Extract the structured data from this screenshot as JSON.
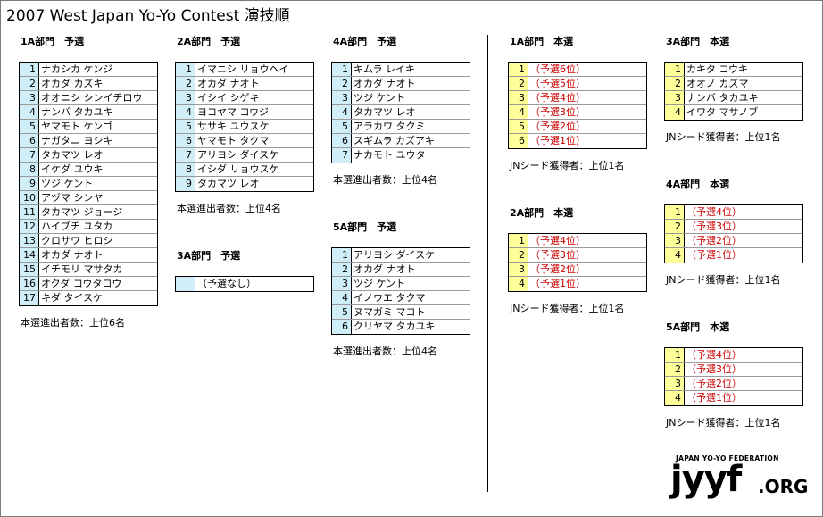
{
  "title": "2007 West Japan Yo-Yo Contest 演技順",
  "blocks": {
    "a1_pre": {
      "title": "1A部門　予選",
      "rows": [
        {
          "num": "1",
          "name": "ナカシカ ケンジ"
        },
        {
          "num": "2",
          "name": "オカダ カズキ"
        },
        {
          "num": "3",
          "name": "オオニシ シンイチロウ"
        },
        {
          "num": "4",
          "name": "ナンバ タカユキ"
        },
        {
          "num": "5",
          "name": "ヤマモト ケンゴ"
        },
        {
          "num": "6",
          "name": "ナガタニ ヨシキ"
        },
        {
          "num": "7",
          "name": "タカマツ レオ"
        },
        {
          "num": "8",
          "name": "イケダ ユウキ"
        },
        {
          "num": "9",
          "name": "ツジ ケント"
        },
        {
          "num": "10",
          "name": "アヅマ シンヤ"
        },
        {
          "num": "11",
          "name": "タカマツ ジョージ"
        },
        {
          "num": "12",
          "name": "ハイブチ ユタカ"
        },
        {
          "num": "13",
          "name": "クロサワ ヒロシ"
        },
        {
          "num": "14",
          "name": "オカダ ナオト"
        },
        {
          "num": "15",
          "name": "イチモリ マサタカ"
        },
        {
          "num": "16",
          "name": "オクダ コウタロウ"
        },
        {
          "num": "17",
          "name": "キダ タイスケ"
        }
      ],
      "note": "本選進出者数：上位6名"
    },
    "a2_pre": {
      "title": "2A部門　予選",
      "rows": [
        {
          "num": "1",
          "name": "イマニシ リョウヘイ"
        },
        {
          "num": "2",
          "name": "オカダ ナオト"
        },
        {
          "num": "3",
          "name": "イシイ シゲキ"
        },
        {
          "num": "4",
          "name": "ヨコヤマ コウジ"
        },
        {
          "num": "5",
          "name": "ササキ ユウスケ"
        },
        {
          "num": "6",
          "name": "ヤマモト タクマ"
        },
        {
          "num": "7",
          "name": "アリヨシ ダイスケ"
        },
        {
          "num": "8",
          "name": "イシダ リョウスケ"
        },
        {
          "num": "9",
          "name": "タカマツ レオ"
        }
      ],
      "note": "本選進出者数：上位4名"
    },
    "a3_pre": {
      "title": "3A部門　予選",
      "rows": [
        {
          "num": "",
          "name": "（予選なし）"
        }
      ]
    },
    "a4_pre": {
      "title": "4A部門　予選",
      "rows": [
        {
          "num": "1",
          "name": "キムラ レイキ"
        },
        {
          "num": "2",
          "name": "オカダ ナオト"
        },
        {
          "num": "3",
          "name": "ツジ ケント"
        },
        {
          "num": "4",
          "name": "タカマツ レオ"
        },
        {
          "num": "5",
          "name": "アラカワ タクミ"
        },
        {
          "num": "6",
          "name": "スギムラ カズアキ"
        },
        {
          "num": "7",
          "name": "ナカモト ユウタ"
        }
      ],
      "note": "本選進出者数：上位4名"
    },
    "a5_pre": {
      "title": "5A部門　予選",
      "rows": [
        {
          "num": "1",
          "name": "アリヨシ ダイスケ"
        },
        {
          "num": "2",
          "name": "オカダ ナオト"
        },
        {
          "num": "3",
          "name": "ツジ ケント"
        },
        {
          "num": "4",
          "name": "イノウエ タクマ"
        },
        {
          "num": "5",
          "name": "ヌマガミ マコト"
        },
        {
          "num": "6",
          "name": "クリヤマ タカユキ"
        }
      ],
      "note": "本選進出者数：上位4名"
    },
    "a1_final": {
      "title": "1A部門　本選",
      "rows": [
        {
          "num": "1",
          "name": "（予選6位）"
        },
        {
          "num": "2",
          "name": "（予選5位）"
        },
        {
          "num": "3",
          "name": "（予選4位）"
        },
        {
          "num": "4",
          "name": "（予選3位）"
        },
        {
          "num": "5",
          "name": "（予選2位）"
        },
        {
          "num": "6",
          "name": "（予選1位）"
        }
      ],
      "note": "JNシード獲得者：上位1名"
    },
    "a2_final": {
      "title": "2A部門　本選",
      "rows": [
        {
          "num": "1",
          "name": "（予選4位）"
        },
        {
          "num": "2",
          "name": "（予選3位）"
        },
        {
          "num": "3",
          "name": "（予選2位）"
        },
        {
          "num": "4",
          "name": "（予選1位）"
        }
      ],
      "note": "JNシード獲得者：上位1名"
    },
    "a3_final": {
      "title": "3A部門　本選",
      "rows": [
        {
          "num": "1",
          "name": "カキタ コウキ"
        },
        {
          "num": "2",
          "name": "オオノ カズマ"
        },
        {
          "num": "3",
          "name": "ナンバ タカユキ"
        },
        {
          "num": "4",
          "name": "イワタ マサノブ"
        }
      ],
      "note": "JNシード獲得者：上位1名"
    },
    "a4_final": {
      "title": "4A部門　本選",
      "rows": [
        {
          "num": "1",
          "name": "（予選4位）"
        },
        {
          "num": "2",
          "name": "（予選3位）"
        },
        {
          "num": "3",
          "name": "（予選2位）"
        },
        {
          "num": "4",
          "name": "（予選1位）"
        }
      ],
      "note": "JNシード獲得者：上位1名"
    },
    "a5_final": {
      "title": "5A部門　本選",
      "rows": [
        {
          "num": "1",
          "name": "（予選4位）"
        },
        {
          "num": "2",
          "name": "（予選3位）"
        },
        {
          "num": "3",
          "name": "（予選2位）"
        },
        {
          "num": "4",
          "name": "（予選1位）"
        }
      ],
      "note": "JNシード獲得者：上位1名"
    }
  },
  "logo": {
    "tagline": "JAPAN YO-YO FEDERATION",
    "mark": "jyyf",
    "suffix": ".ORG"
  },
  "colors": {
    "prelim_number_bg": "#cfeef8",
    "final_number_bg": "#ffff99",
    "placeholder_text": "#cc0000"
  }
}
